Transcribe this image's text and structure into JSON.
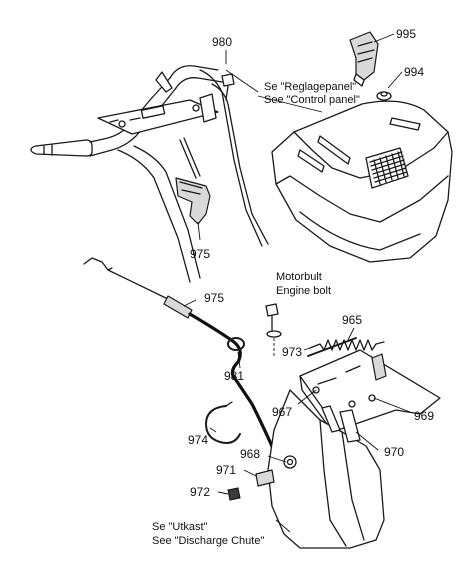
{
  "callouts": {
    "p980": "980",
    "p995": "995",
    "p994": "994",
    "p975a": "975",
    "p975b": "975",
    "p965": "965",
    "p973": "973",
    "p981": "981",
    "p967": "967",
    "p969": "969",
    "p974": "974",
    "p968": "968",
    "p970": "970",
    "p971": "971",
    "p972": "972"
  },
  "notes": {
    "control_panel_sv": "Se \"Reglagepanel\"",
    "control_panel_en": "See \"Control panel\"",
    "engine_bolt_sv": "Motorbult",
    "engine_bolt_en": "Engine bolt",
    "chute_sv": "Se \"Utkast\"",
    "chute_en": "See \"Discharge Chute\""
  }
}
